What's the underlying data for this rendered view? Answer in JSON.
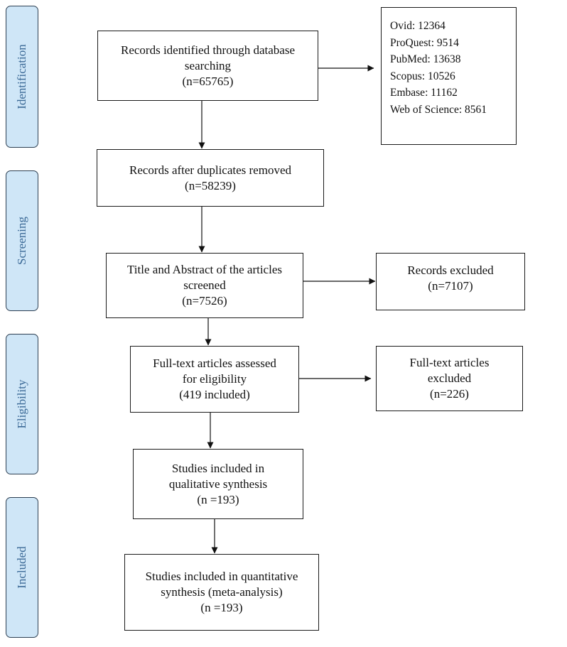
{
  "stages": {
    "identification": "Identification",
    "screening": "Screening",
    "eligibility": "Eligibility",
    "included": "Included"
  },
  "identified": {
    "line1": "Records identified through database",
    "line2": "searching",
    "count": "(n=65765)"
  },
  "databases": [
    "Ovid: 12364",
    "ProQuest: 9514",
    "PubMed: 13638",
    "Scopus: 10526",
    "Embase: 11162",
    "Web of Science: 8561"
  ],
  "after_duplicates": {
    "line1": "Records after duplicates removed",
    "count": "(n=58239)"
  },
  "screened": {
    "line1": "Title and Abstract of the articles",
    "line2": "screened",
    "count": "(n=7526)"
  },
  "excluded_records": {
    "line1": "Records excluded",
    "count": "(n=7107)"
  },
  "fulltext_assessed": {
    "line1": "Full-text articles assessed",
    "line2": "for eligibility",
    "count": "(419 included)"
  },
  "fulltext_excluded": {
    "line1": "Full-text articles",
    "line2": "excluded",
    "count": "(n=226)"
  },
  "qualitative": {
    "line1": "Studies included in",
    "line2": "qualitative synthesis",
    "count": "(n =193)"
  },
  "quantitative": {
    "line1": "Studies included in quantitative",
    "line2": "synthesis (meta-analysis)",
    "count": "(n =193)"
  }
}
